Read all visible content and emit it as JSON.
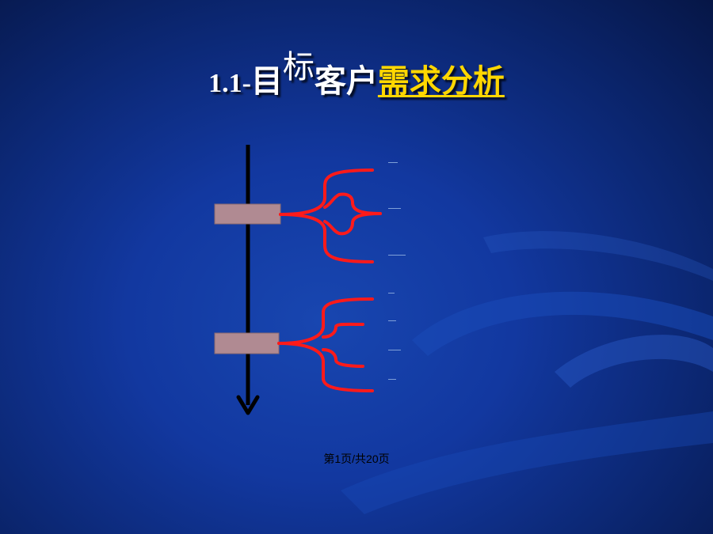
{
  "title": {
    "prefix": "1.1-",
    "char1": "目",
    "char2": "标",
    "char3": "客户",
    "highlight": "需求分析"
  },
  "page_number": "第1页/共20页",
  "colors": {
    "background": "#1238a0",
    "title_text": "#ffffff",
    "title_highlight": "#ffd700",
    "bracket": "#ff1a1a",
    "box_fill": "#b08a92",
    "arrow": "#000000"
  }
}
